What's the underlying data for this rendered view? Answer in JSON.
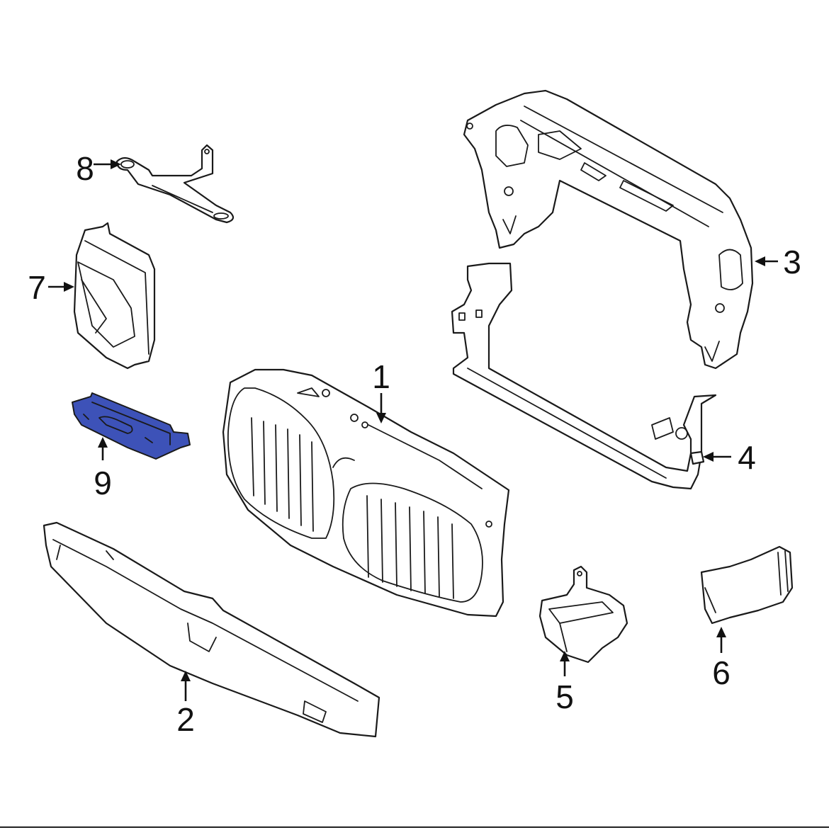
{
  "diagram": {
    "callouts": [
      "1",
      "2",
      "3",
      "4",
      "5",
      "6",
      "7",
      "8",
      "9"
    ],
    "highlighted_part": "9",
    "colors": {
      "highlight": "#3d52b8",
      "linework": "#1a1a1a",
      "background": "#ffffff"
    }
  }
}
